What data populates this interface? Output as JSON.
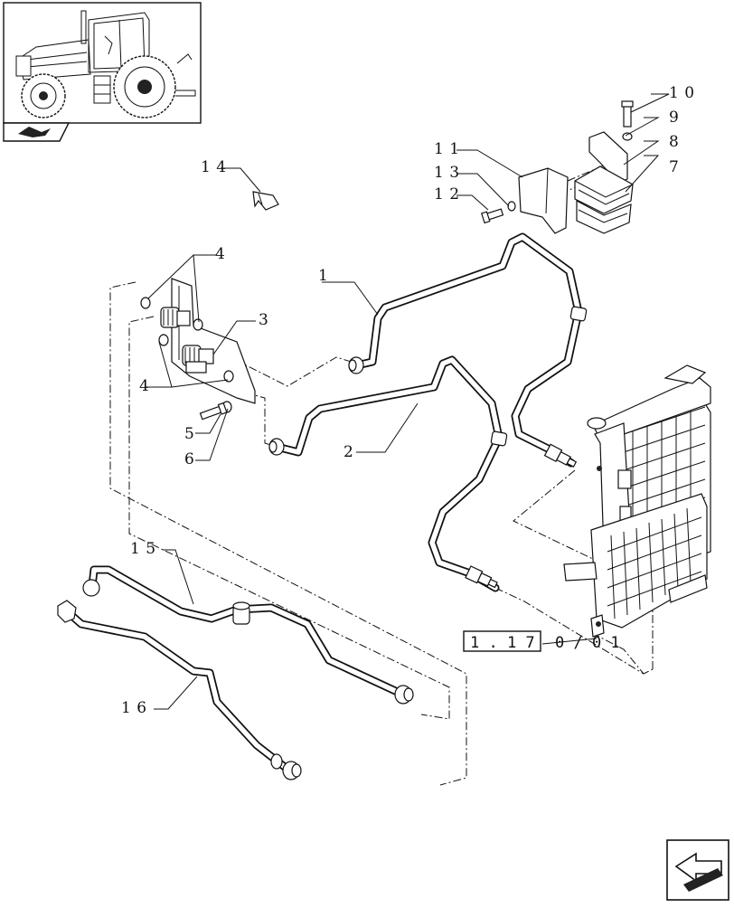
{
  "callouts": {
    "c1": "1",
    "c2": "2",
    "c3": "3",
    "c4a": "4",
    "c4b": "4",
    "c5": "5",
    "c6": "6",
    "c7": "7",
    "c8": "8",
    "c9": "9",
    "c10": "1 0",
    "c11": "1 1",
    "c12": "1 2",
    "c13": "1 3",
    "c14": "1 4",
    "c15": "1 5",
    "c16": "1 6"
  },
  "reference": {
    "box_text": "1 . 1 7",
    "tail_text": "0 / 0 1"
  },
  "icons": {
    "thumbnail": "tractor-thumbnail-icon",
    "section": "section-marker-icon",
    "navigation": "next-page-arrow-icon"
  }
}
